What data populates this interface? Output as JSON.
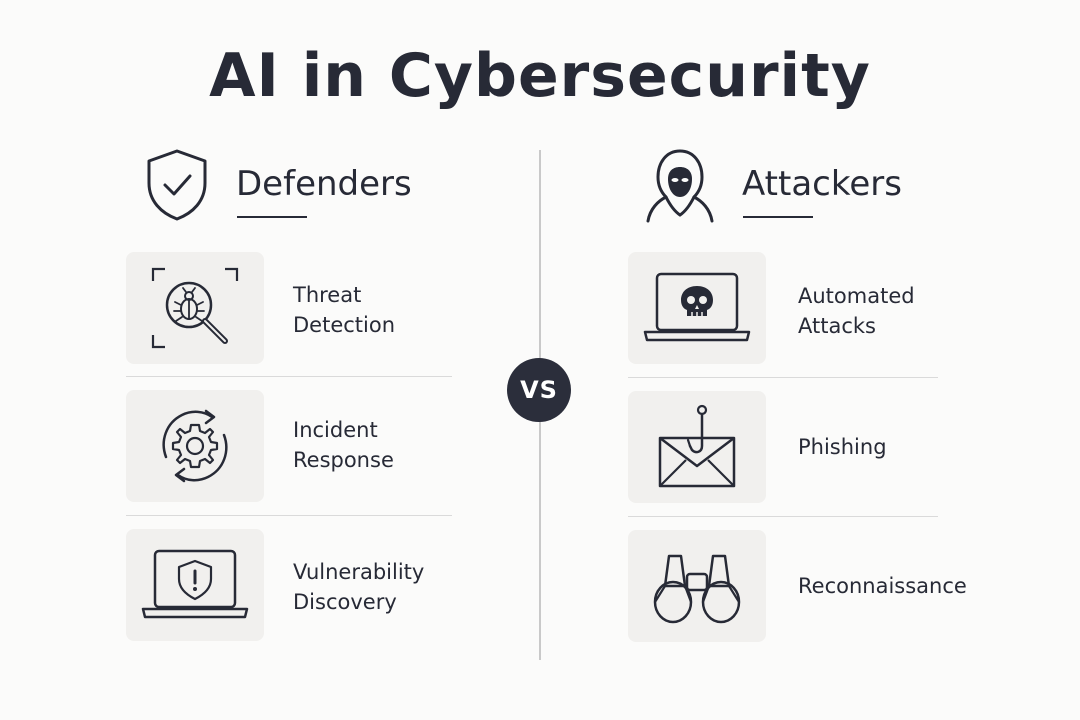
{
  "title": "AI in Cybersecurity",
  "vs_label": "VS",
  "defenders": {
    "title": "Defenders",
    "icon": "shield-check-icon",
    "items": [
      {
        "label": "Threat\nDetection",
        "icon": "bug-magnifier-icon"
      },
      {
        "label": "Incident\nResponse",
        "icon": "gear-cycle-icon"
      },
      {
        "label": "Vulnerability\nDiscovery",
        "icon": "laptop-shield-icon"
      }
    ]
  },
  "attackers": {
    "title": "Attackers",
    "icon": "hooded-hacker-icon",
    "items": [
      {
        "label": "Automated\nAttacks",
        "icon": "laptop-skull-icon"
      },
      {
        "label": "Phishing",
        "icon": "envelope-hook-icon"
      },
      {
        "label": "Reconnaissance",
        "icon": "binoculars-icon"
      }
    ]
  }
}
